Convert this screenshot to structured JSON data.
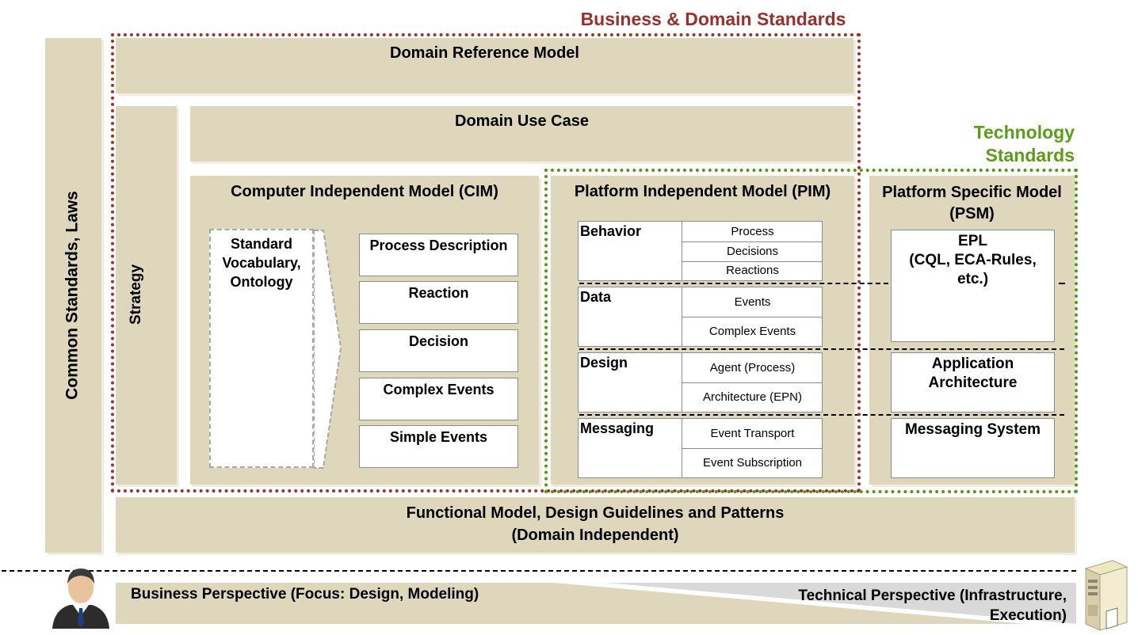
{
  "labels": {
    "business_domain_standards": "Business & Domain Standards",
    "technology_standards_line1": "Technology",
    "technology_standards_line2": "Standards",
    "common_standards": "Common Standards, Laws",
    "domain_reference_model": "Domain Reference Model",
    "domain_use_case": "Domain Use Case",
    "strategy": "Strategy",
    "functional_model_line1": "Functional Model, Design Guidelines and Patterns",
    "functional_model_line2": "(Domain Independent)"
  },
  "cim": {
    "title": "Computer Independent Model (CIM)",
    "vocabulary": [
      "Standard",
      "Vocabulary,",
      "Ontology"
    ],
    "boxes": [
      "Process Description",
      "Reaction",
      "Decision",
      "Complex Events",
      "Simple Events"
    ]
  },
  "pim": {
    "title": "Platform Independent Model (PIM)",
    "rows": [
      {
        "label": "Behavior",
        "items": [
          "Process",
          "Decisions",
          "Reactions"
        ]
      },
      {
        "label": "Data",
        "items": [
          "Events",
          "Complex Events"
        ]
      },
      {
        "label": "Design",
        "items": [
          "Agent (Process)",
          "Architecture (EPN)"
        ]
      },
      {
        "label": "Messaging",
        "items": [
          "Event Transport",
          "Event Subscription"
        ]
      }
    ]
  },
  "psm": {
    "title_line1": "Platform Specific Model",
    "title_line2": "(PSM)",
    "epl": [
      "EPL",
      "(CQL, ECA-Rules,",
      "etc.)"
    ],
    "application_architecture": [
      "Application",
      "Architecture"
    ],
    "messaging_system": "Messaging System"
  },
  "perspectives": {
    "business": "Business Perspective (Focus: Design, Modeling)",
    "technical_line1": "Technical Perspective (Infrastructure,",
    "technical_line2": "Execution)"
  },
  "icons": [
    "businessman-icon",
    "server-icon"
  ],
  "colors": {
    "panel": "#ded7bc",
    "business_border": "#a0302a",
    "technology_border": "#4f9a12",
    "business_text": "#9b2f2b",
    "technology_text": "#5a9e18"
  }
}
